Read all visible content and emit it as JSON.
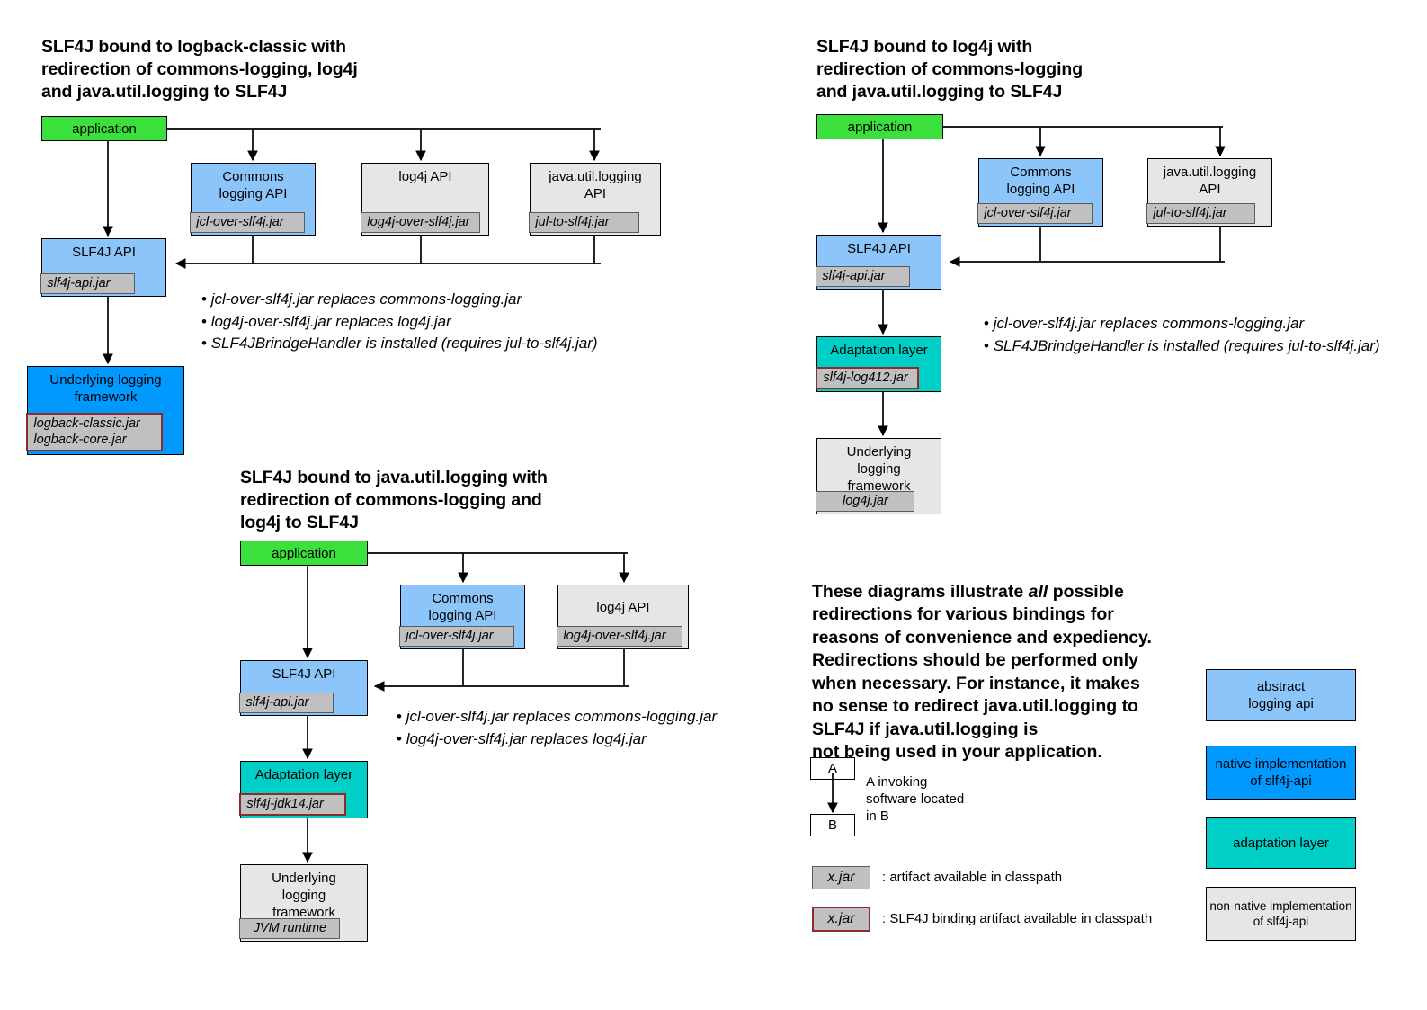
{
  "palette": {
    "green": "#3ce03c",
    "abstract_api": "#8cc5fa",
    "native_impl": "#0099ff",
    "adaptation": "#00cfc8",
    "non_native": "#e6e6e6",
    "jar_fill": "#c0c0c0",
    "binding_border": "#8c2b2b",
    "line": "#000000"
  },
  "diagram1": {
    "title": "SLF4J bound to logback-classic with\nredirection of commons-logging, log4j\nand java.util.logging to SLF4J",
    "application": "application",
    "commons": {
      "label": "Commons\nlogging API",
      "jar": "jcl-over-slf4j.jar"
    },
    "log4j": {
      "label": "log4j API",
      "jar": "log4j-over-slf4j.jar"
    },
    "jul": {
      "label": "java.util.logging\nAPI",
      "jar": "jul-to-slf4j.jar"
    },
    "slf4j_api": {
      "label": "SLF4J API",
      "jar": "slf4j-api.jar"
    },
    "underlying": {
      "label": "Underlying logging\nframework",
      "jar": "logback-classic.jar\nlogback-core.jar"
    },
    "bullets": [
      "jcl-over-slf4j.jar replaces commons-logging.jar",
      "log4j-over-slf4j.jar replaces log4j.jar",
      "SLF4JBrindgeHandler is installed (requires jul-to-slf4j.jar)"
    ]
  },
  "diagram2": {
    "title": "SLF4J bound to log4j with\nredirection of commons-logging\nand java.util.logging to SLF4J",
    "application": "application",
    "commons": {
      "label": "Commons\nlogging API",
      "jar": "jcl-over-slf4j.jar"
    },
    "jul": {
      "label": "java.util.logging\nAPI",
      "jar": "jul-to-slf4j.jar"
    },
    "slf4j_api": {
      "label": "SLF4J API",
      "jar": "slf4j-api.jar"
    },
    "adaptation": {
      "label": "Adaptation layer",
      "jar": "slf4j-log412.jar"
    },
    "underlying": {
      "label": "Underlying\nlogging\nframework",
      "jar": "log4j.jar"
    },
    "bullets": [
      "jcl-over-slf4j.jar replaces commons-logging.jar",
      "SLF4JBrindgeHandler is installed (requires jul-to-slf4j.jar)"
    ]
  },
  "diagram3": {
    "title": "SLF4J bound to java.util.logging with\nredirection of commons-logging and\nlog4j to SLF4J",
    "application": "application",
    "commons": {
      "label": "Commons\nlogging API",
      "jar": "jcl-over-slf4j.jar"
    },
    "log4j": {
      "label": "log4j API",
      "jar": "log4j-over-slf4j.jar"
    },
    "slf4j_api": {
      "label": "SLF4J API",
      "jar": "slf4j-api.jar"
    },
    "adaptation": {
      "label": "Adaptation layer",
      "jar": "slf4j-jdk14.jar"
    },
    "underlying": {
      "label": "Underlying\nlogging\nframework",
      "jar": "JVM runtime"
    },
    "bullets": [
      "jcl-over-slf4j.jar replaces commons-logging.jar",
      "log4j-over-slf4j.jar replaces log4j.jar"
    ]
  },
  "note": {
    "pre": "These diagrams illustrate ",
    "em": "all",
    "post": " possible\nredirections for various bindings for\nreasons of convenience and expediency.\nRedirections should be performed only\nwhen necessary. For instance, it makes\nno sense to redirect java.util.logging to\nSLF4J if java.util.logging is\nnot being used in your application."
  },
  "legend": {
    "arrow": {
      "box_a": "A",
      "box_b": "B",
      "caption": "A invoking\nsoftware located\nin B"
    },
    "jar_plain": {
      "label": "x.jar",
      "caption": ": artifact available in classpath"
    },
    "jar_binding": {
      "label": "x.jar",
      "caption": ": SLF4J binding artifact available in classpath"
    },
    "colors": [
      {
        "label": "abstract\nlogging api",
        "swatch": "abstract_api"
      },
      {
        "label": "native implementation\nof slf4j-api",
        "swatch": "native_impl"
      },
      {
        "label": "adaptation layer",
        "swatch": "adaptation"
      },
      {
        "label": "non-native implementation\nof slf4j-api",
        "swatch": "non_native"
      }
    ]
  }
}
